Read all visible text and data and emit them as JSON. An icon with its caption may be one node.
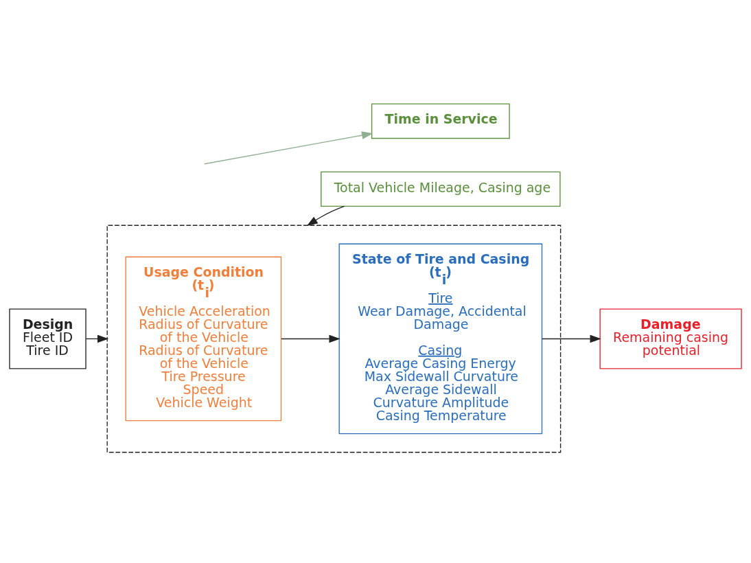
{
  "diagram": {
    "nodes": [
      {
        "text": [
          "Time in Service"
        ]
      },
      {
        "text": [
          "Total Vehicle Mileage, Casing age"
        ]
      },
      {
        "text": [],
        "shape": "box"
      },
      {
        "text": [
          "Usage Condition (t$_{i}$)",
          "Vehicle Acceleration",
          "Radius of Curvature of the Vehicle",
          "Radius of Curvature of the Vehicle",
          "Tire Pressure",
          "Speed",
          "Vehicle Weight"
        ],
        "in": 2
      },
      {
        "text": [
          "State of Tire and Casing (t$_{i}$)",
          "Tire",
          "Wear Damage, Accidental Damage",
          "Casing",
          "Average Casing Energy",
          "Max Sidewall Curvature",
          "Average Sidewall Curvature Amplitude",
          "Casing Temperature"
        ],
        "in": 2
      },
      {
        "text": [
          "Design",
          "Fleet ID",
          "Tire ID"
        ]
      },
      {
        "text": [
          "Damage",
          "Remaining casing potential"
        ]
      }
    ],
    "edges": [
      {
        "from": null,
        "to": 0,
        "arrow": "to",
        "color": "#8fb08f"
      },
      {
        "from": 1,
        "to": 2,
        "arrow": "to"
      },
      {
        "from": 5,
        "to": 2,
        "arrow": "to"
      },
      {
        "from": 3,
        "to": 4,
        "arrow": "to"
      },
      {
        "from": 4,
        "to": 6,
        "arrow": "to"
      }
    ]
  }
}
